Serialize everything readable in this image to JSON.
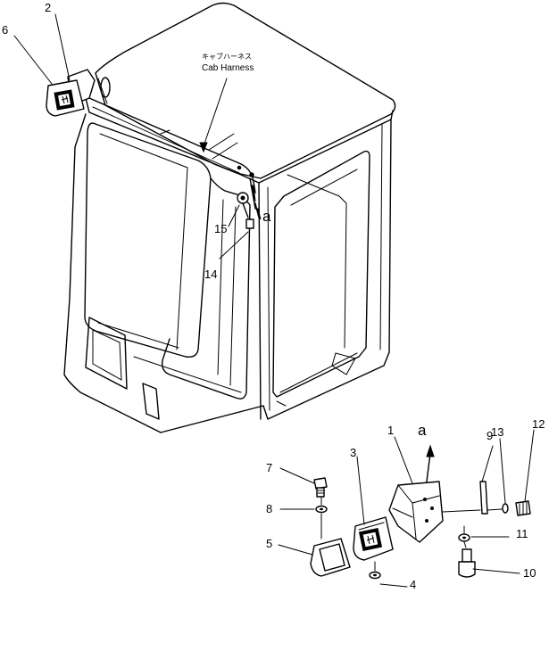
{
  "callouts": {
    "c1": "1",
    "c2": "2",
    "c3": "3",
    "c4": "4",
    "c5": "5",
    "c6": "6",
    "c7": "7",
    "c8": "8",
    "c9": "9",
    "c10": "10",
    "c11": "11",
    "c12": "12",
    "c13": "13",
    "c14": "14",
    "c15": "15"
  },
  "labels": {
    "harness_jp": "キャブハーネス",
    "harness_en": "Cab Harness",
    "ref_a_top": "a",
    "ref_a_bottom": "a"
  }
}
